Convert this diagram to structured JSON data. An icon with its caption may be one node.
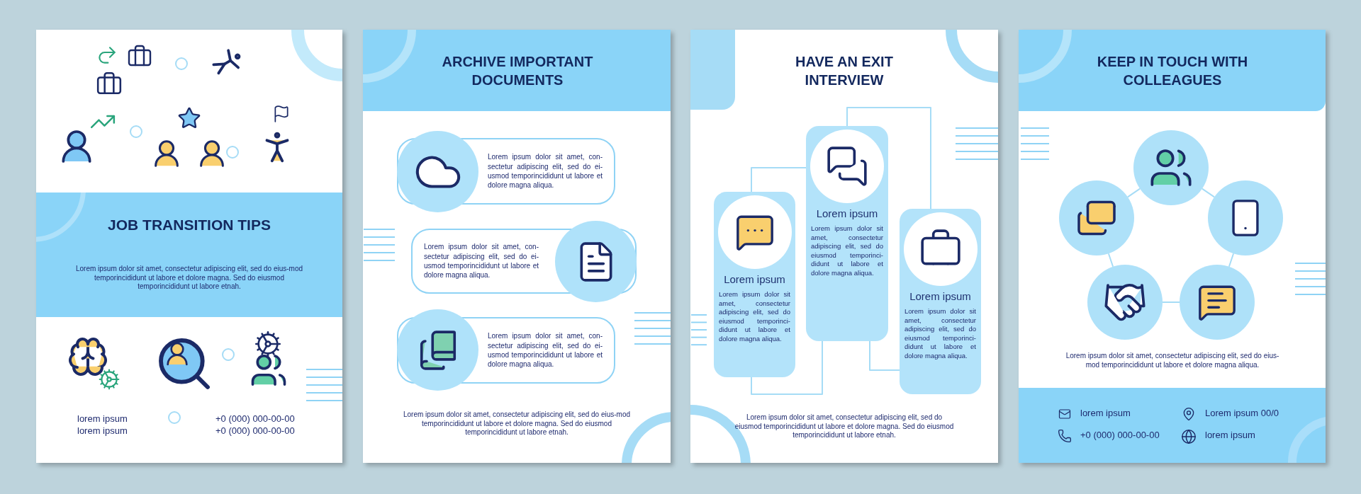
{
  "diagram": {
    "nodes": [
      {
        "text": [
          "Lorem ipsum dolor sit amet, con-sectetur adipiscing elit, sed do ei-usmod temporincididunt ut labore et dolore magna aliqua."
        ]
      },
      {
        "text": [
          "Lorem ipsum dolor sit amet, con-sectetur adipiscing elit, sed do ei-usmod temporincididunt ut labore et dolore magna aliqua."
        ]
      },
      {
        "text": [
          "Lorem ipsum dolor sit amet, con-sectetur adipiscing elit, sed do ei-usmod temporincididunt ut labore et dolore magna aliqua."
        ]
      },
      {
        "text": [
          "Lorem ipsum",
          "Lorem ipsum dolor sit amet, consectetur adipiscing elit, sed do eiusmod temporinci-didunt ut labore et dolore magna aliqua."
        ]
      },
      {
        "text": [
          "Lorem ipsum",
          "Lorem ipsum dolor sit amet, consectetur adipiscing elit, sed do eiusmod temporinci-didunt ut labore et dolore magna aliqua."
        ]
      },
      {
        "text": [
          "Lorem ipsum",
          "Lorem ipsum dolor sit amet, consectetur adipiscing elit, sed do eiusmod temporinci-didunt ut labore et dolore magna aliqua."
        ]
      },
      {
        "text": [],
        "shape": "circle"
      },
      {
        "text": [],
        "shape": "circle"
      },
      {
        "text": [],
        "shape": "circle"
      },
      {
        "text": [],
        "shape": "circle"
      },
      {
        "text": [],
        "shape": "circle"
      }
    ],
    "edges": [
      {
        "from": 3,
        "to": 4,
        "arrow": "none"
      },
      {
        "from": 3,
        "to": 4,
        "arrow": "none"
      },
      {
        "from": 4,
        "to": 5,
        "arrow": "none"
      },
      {
        "from": 4,
        "to": 5,
        "arrow": "none"
      },
      {
        "from": 6,
        "to": 8,
        "arrow": "none"
      },
      {
        "from": 8,
        "to": 10,
        "arrow": "none"
      },
      {
        "from": 10,
        "to": 9,
        "arrow": "none"
      },
      {
        "from": 9,
        "to": 7,
        "arrow": "none"
      },
      {
        "from": 7,
        "to": 6,
        "arrow": "none"
      }
    ],
    "labels": [
      "JOB TRANSITION TIPS",
      "Lorem ipsum dolor sit amet, consectetur adipiscing elit, sed do eius-mod temporincididunt ut labore et dolore magna. Sed do eiusmod temporincididunt ut labore etnah.",
      "lorem ipsum",
      "lorem ipsum",
      "+0 (000) 000-00-00",
      "+0 (000) 000-00-00",
      "ARCHIVE IMPORTANT DOCUMENTS",
      "Lorem ipsum dolor sit amet, consectetur adipiscing elit, sed do eius-mod temporincididunt ut labore et dolore magna. Sed do eiusmod temporincididunt ut labore etnah.",
      "HAVE AN EXIT INTERVIEW",
      "Lorem ipsum dolor sit amet, consectetur adipiscing elit, sed do eiusmod temporincididunt ut labore et dolore magna. Sed do eiusmod temporincididunt ut labore etnah.",
      "KEEP IN TOUCH WITH COLLEAGUES",
      "Lorem ipsum dolor sit amet, consectetur adipiscing elit, sed do eius-mod temporincididunt ut labore et dolore magna aliqua.",
      "lorem ipsum",
      "Lorem ipsum 00/0",
      "+0 (000) 000-00-00",
      "lorem ipsum"
    ]
  }
}
